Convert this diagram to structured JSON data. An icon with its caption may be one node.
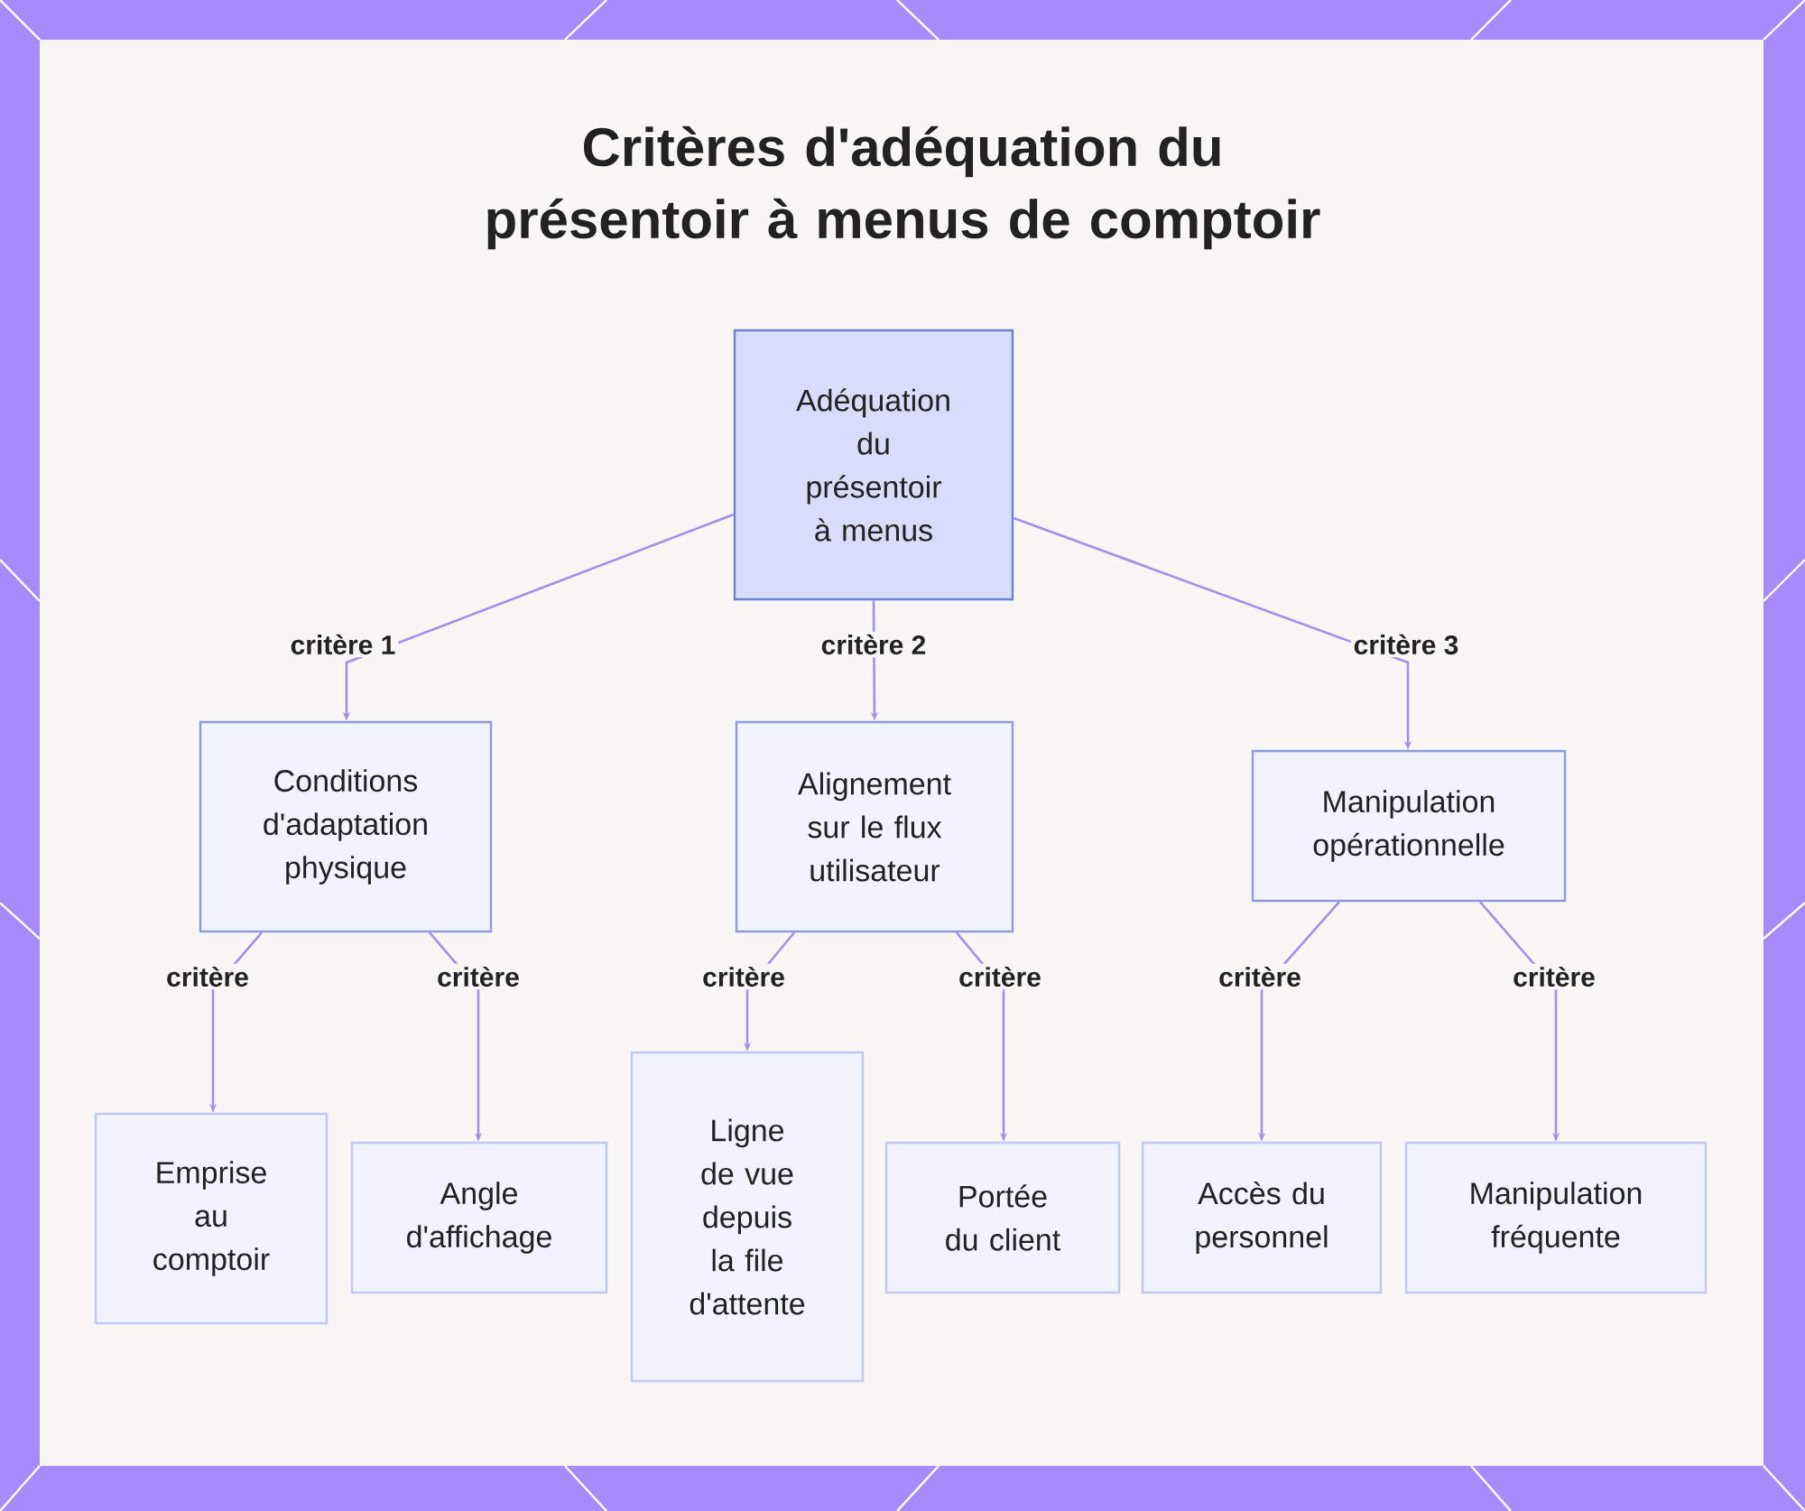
{
  "diagram": {
    "title": "Critères d'adéquation du présentoir à menus de comptoir",
    "nodes": [
      {
        "text": [
          "Adéquation du présentoir à menus"
        ]
      },
      {
        "text": [
          "Conditions d'adaptation physique"
        ]
      },
      {
        "text": [
          "Alignement sur le flux utilisateur"
        ]
      },
      {
        "text": [
          "Manipulation opérationnelle"
        ]
      },
      {
        "text": [
          "Emprise au comptoir"
        ]
      },
      {
        "text": [
          "Angle d'affichage"
        ]
      },
      {
        "text": [
          "Ligne de vue depuis la file d'attente"
        ]
      },
      {
        "text": [
          "Portée du client"
        ]
      },
      {
        "text": [
          "Accès du personnel"
        ]
      },
      {
        "text": [
          "Manipulation fréquente"
        ]
      }
    ],
    "edges": [
      {
        "from": 0,
        "to": 1,
        "arrow": "to",
        "label": "critère 1"
      },
      {
        "from": 0,
        "to": 2,
        "arrow": "to",
        "label": "critère 2"
      },
      {
        "from": 0,
        "to": 3,
        "arrow": "to",
        "label": "critère 3"
      },
      {
        "from": 1,
        "to": 4,
        "arrow": "to",
        "label": "critère"
      },
      {
        "from": 1,
        "to": 5,
        "arrow": "to",
        "label": "critère"
      },
      {
        "from": 2,
        "to": 6,
        "arrow": "to",
        "label": "critère"
      },
      {
        "from": 2,
        "to": 7,
        "arrow": "to",
        "label": "critère"
      },
      {
        "from": 3,
        "to": 8,
        "arrow": "to",
        "label": "critère"
      },
      {
        "from": 3,
        "to": 9,
        "arrow": "to",
        "label": "critère"
      }
    ]
  }
}
